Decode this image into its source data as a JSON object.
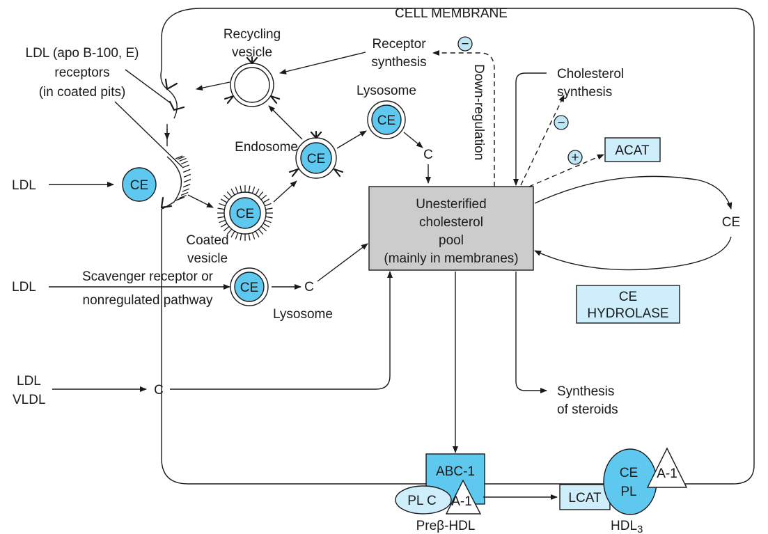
{
  "membrane_label": "CELL MEMBRANE",
  "labels": {
    "recycling_vesicle": [
      "Recycling",
      "vesicle"
    ],
    "receptor_synthesis": [
      "Receptor",
      "synthesis"
    ],
    "ldl_receptors": [
      "LDL (apo B-100, E)",
      "receptors",
      "(in coated pits)"
    ],
    "lysosome_top": "Lysosome",
    "cholesterol_synthesis": [
      "Cholesterol",
      "synthesis"
    ],
    "down_regulation": "Down-regulation",
    "endosome": "Endosome",
    "acat": "ACAT",
    "ldl_1": "LDL",
    "ldl_2": "LDL",
    "ldl_3": "LDL",
    "vldl": "VLDL",
    "coated_vesicle": [
      "Coated",
      "vesicle"
    ],
    "pool": [
      "Unesterified",
      "cholesterol",
      "pool",
      "(mainly in membranes)"
    ],
    "ce_right": "CE",
    "scavenger": [
      "Scavenger receptor or",
      "nonregulated pathway"
    ],
    "lysosome_bottom": "Lysosome",
    "ce_hydrolase": [
      "CE",
      "HYDROLASE"
    ],
    "c_label": "C",
    "synthesis_steroids": [
      "Synthesis",
      "of steroids"
    ],
    "abc1": "ABC-1",
    "a1": "A-1",
    "plc": "PL C",
    "prebeta_hdl": "Preβ-HDL",
    "lcat": "LCAT",
    "hdl_ce": "CE",
    "hdl_pl": "PL",
    "hdl3": "HDL",
    "hdl3_sub": "3",
    "ce": "CE",
    "minus": "−",
    "plus": "+"
  },
  "colors": {
    "particle_blue": "#5ec8ef",
    "box_light_blue": "#cfeefb",
    "pool_gray": "#cccccc"
  }
}
